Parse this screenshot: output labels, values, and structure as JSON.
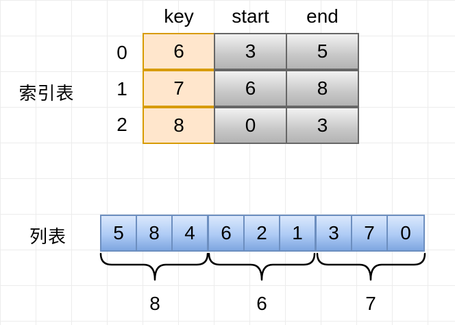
{
  "index_table": {
    "title": "索引表",
    "headers": [
      "key",
      "start",
      "end"
    ],
    "row_labels": [
      "0",
      "1",
      "2"
    ],
    "rows": [
      [
        "6",
        "3",
        "5"
      ],
      [
        "7",
        "6",
        "8"
      ],
      [
        "8",
        "0",
        "3"
      ]
    ]
  },
  "list": {
    "title": "列表",
    "values": [
      "5",
      "8",
      "4",
      "6",
      "2",
      "1",
      "3",
      "7",
      "0"
    ],
    "groups": [
      {
        "label": "8",
        "start": 0,
        "end": 2
      },
      {
        "label": "6",
        "start": 3,
        "end": 5
      },
      {
        "label": "7",
        "start": 6,
        "end": 8
      }
    ]
  },
  "colors": {
    "key_fill": "#ffe6cc",
    "key_border": "#d79b00",
    "gray_border": "#666666",
    "list_fill": "#dae8fc",
    "list_border": "#6c8ebf"
  }
}
